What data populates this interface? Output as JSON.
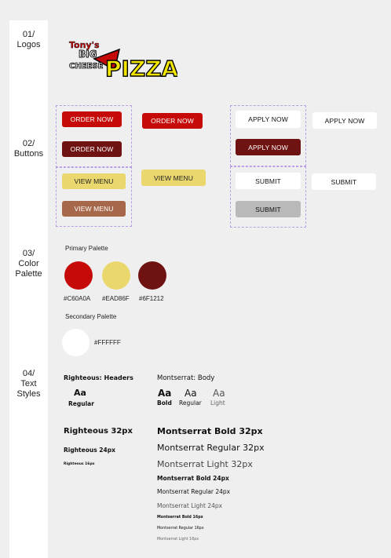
{
  "sections": {
    "logos": "01/\nLogos",
    "buttons": "02/\nButtons",
    "palette": "03/\nColor\nPalette",
    "text": "04/\nText\nStyles"
  },
  "logo": {
    "top": "Tony's",
    "big": "BIG",
    "cheese": "CHEESE",
    "pizza": "PIZZA"
  },
  "buttons": {
    "order_now": "ORDER NOW",
    "view_menu": "VIEW MENU",
    "apply_now": "APPLY NOW",
    "submit": "SUBMIT"
  },
  "palette": {
    "primary_title": "Primary Palette",
    "primary": [
      {
        "hex": "#C60A0A"
      },
      {
        "hex": "#EAD86F"
      },
      {
        "hex": "#6F1212"
      }
    ],
    "secondary_title": "Secondary Palette",
    "secondary": [
      {
        "hex": "#FFFFFF"
      }
    ]
  },
  "text_styles": {
    "righteous_header": "Righteous: Headers",
    "aa": "Aa",
    "regular": "Regular",
    "montserrat_body": "Montserrat: Body",
    "bold": "Bold",
    "light": "Light",
    "r32": "Righteous 32px",
    "r24": "Righteous 24px",
    "r16": "Righteous 16px",
    "mb32": "Montserrat Bold 32px",
    "mr32": "Montserrat Regular 32px",
    "ml32": "Montserrat Light 32px",
    "mb24": "Montserrat Bold 24px",
    "mr24": "Montserrat Regular 24px",
    "ml24": "Montserrat Light 24px",
    "mb16": "Montserrat Bold 16px",
    "mr16": "Montserrat Regular 16px",
    "ml16": "Montserrat Light 16px"
  }
}
